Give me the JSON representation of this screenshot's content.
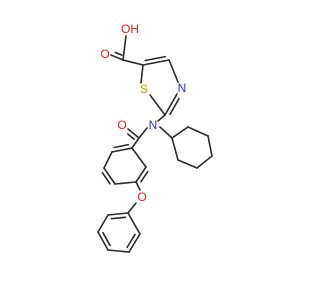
{
  "diagram_type": "skeletal chemical structure",
  "atom_labels": {
    "o_acid_oh": "OH",
    "o_acid_carbonyl": "O",
    "s_ring": "S",
    "n_ring": "N",
    "n_amide": "N",
    "o_amide_carbonyl": "O",
    "o_ether": "O"
  },
  "colors": {
    "bond": "#2b2b2b",
    "oxygen": "#e8231f",
    "sulfur": "#b59a00",
    "nitrogen": "#2b2bd6",
    "background": "#ffffff"
  }
}
